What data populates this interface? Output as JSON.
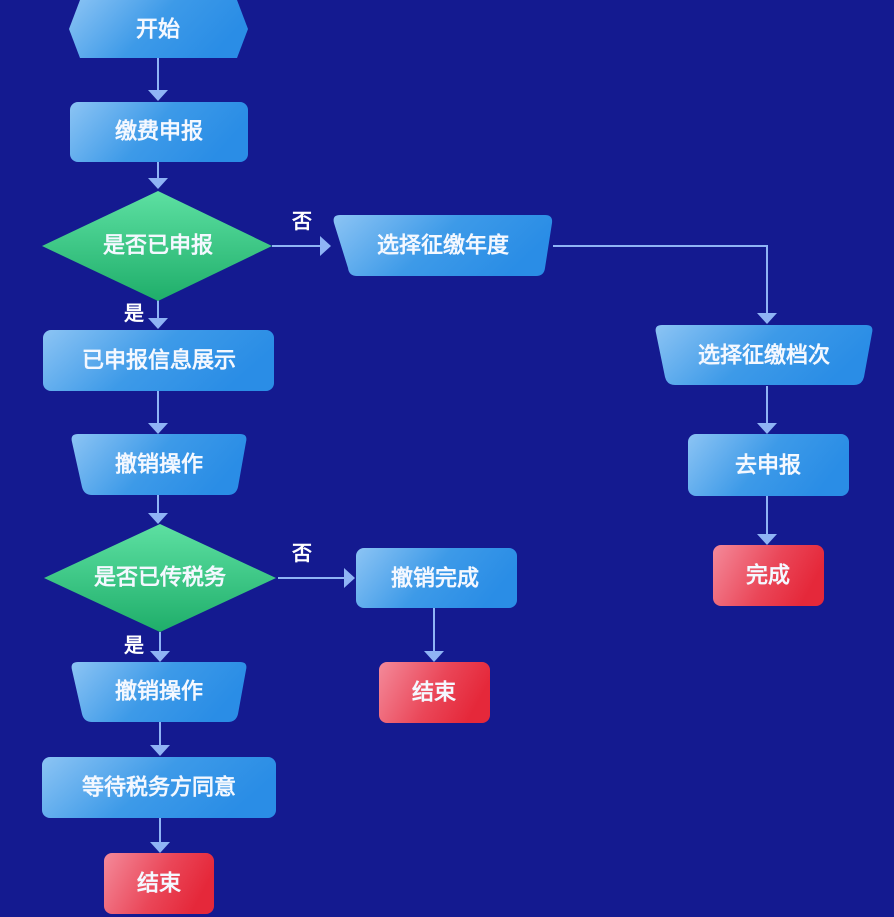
{
  "diagram": {
    "title": "缴费申报流程",
    "colors": {
      "background": "#141a90",
      "process_light": "#8cc4f4",
      "process_dark": "#2a8de6",
      "decision_light": "#5de0a2",
      "decision_dark": "#1fae6a",
      "terminal_light": "#f48a9a",
      "terminal_dark": "#e5283a",
      "connector": "#8fb4f5"
    },
    "nodes": {
      "start": {
        "label": "开始",
        "shape": "hexagon"
      },
      "declare_payment": {
        "label": "缴费申报",
        "shape": "rectangle"
      },
      "is_declared": {
        "label": "是否已申报",
        "shape": "diamond"
      },
      "select_year": {
        "label": "选择征缴年度",
        "shape": "trapezoid"
      },
      "show_declared_info": {
        "label": "已申报信息展示",
        "shape": "rectangle"
      },
      "select_tier": {
        "label": "选择征缴档次",
        "shape": "trapezoid"
      },
      "cancel_op_1": {
        "label": "撤销操作",
        "shape": "trapezoid"
      },
      "go_declare": {
        "label": "去申报",
        "shape": "rectangle"
      },
      "is_sent_tax": {
        "label": "是否已传税务",
        "shape": "diamond"
      },
      "cancel_done": {
        "label": "撤销完成",
        "shape": "rectangle"
      },
      "complete": {
        "label": "完成",
        "shape": "terminal"
      },
      "cancel_op_2": {
        "label": "撤销操作",
        "shape": "trapezoid"
      },
      "end_right": {
        "label": "结束",
        "shape": "terminal"
      },
      "wait_tax_agree": {
        "label": "等待税务方同意",
        "shape": "rectangle"
      },
      "end_left": {
        "label": "结束",
        "shape": "terminal"
      }
    },
    "edge_labels": {
      "no_1": "否",
      "yes_1": "是",
      "no_2": "否",
      "yes_2": "是"
    },
    "edges": [
      {
        "from": "start",
        "to": "declare_payment"
      },
      {
        "from": "declare_payment",
        "to": "is_declared"
      },
      {
        "from": "is_declared",
        "to": "select_year",
        "label": "否"
      },
      {
        "from": "is_declared",
        "to": "show_declared_info",
        "label": "是"
      },
      {
        "from": "select_year",
        "to": "select_tier"
      },
      {
        "from": "select_tier",
        "to": "go_declare"
      },
      {
        "from": "go_declare",
        "to": "complete"
      },
      {
        "from": "show_declared_info",
        "to": "cancel_op_1"
      },
      {
        "from": "cancel_op_1",
        "to": "is_sent_tax"
      },
      {
        "from": "is_sent_tax",
        "to": "cancel_done",
        "label": "否"
      },
      {
        "from": "is_sent_tax",
        "to": "cancel_op_2",
        "label": "是"
      },
      {
        "from": "cancel_done",
        "to": "end_right"
      },
      {
        "from": "cancel_op_2",
        "to": "wait_tax_agree"
      },
      {
        "from": "wait_tax_agree",
        "to": "end_left"
      }
    ]
  }
}
